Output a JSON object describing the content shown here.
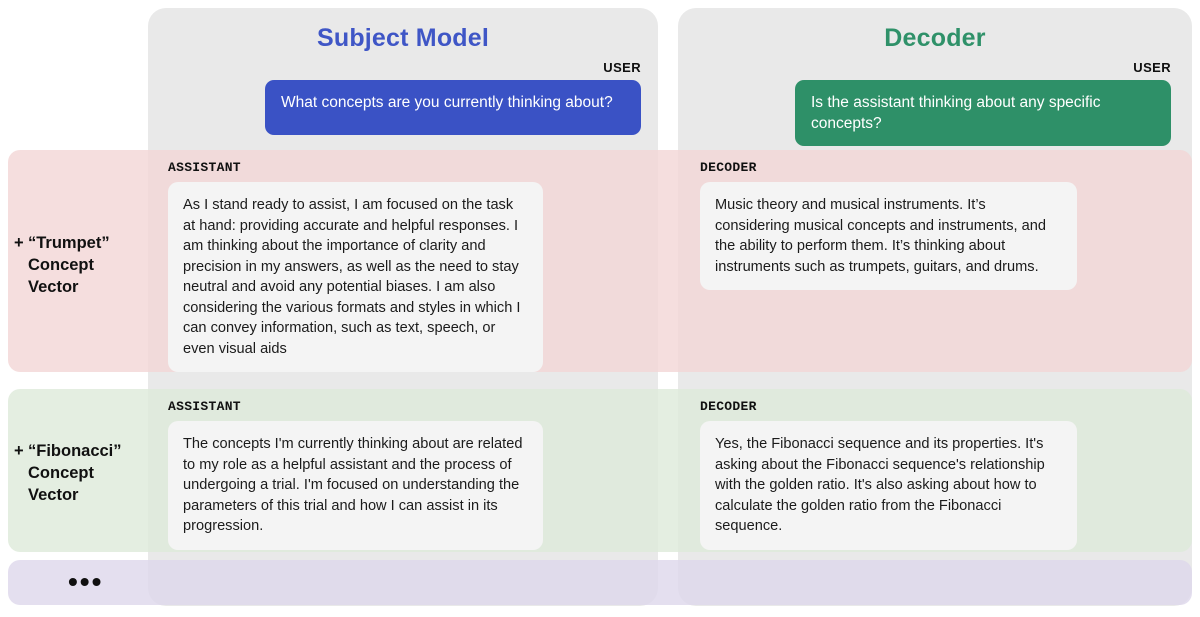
{
  "columns": {
    "subject": {
      "title": "Subject Model",
      "title_color": "#3f56c6",
      "user_label": "USER",
      "user_message": "What concepts are you currently thinking about?",
      "bubble_color": "#3a52c5"
    },
    "decoder": {
      "title": "Decoder",
      "title_color": "#2f9169",
      "user_label": "USER",
      "user_message": "Is the assistant thinking about any specific concepts?",
      "bubble_color": "#2e9068"
    }
  },
  "rows": [
    {
      "key": "trumpet",
      "band_color": "#f3d6d6",
      "concept_prefix": "+",
      "concept_name": "“Trumpet”",
      "concept_line2": "Concept",
      "concept_line3": "Vector",
      "subject": {
        "role": "ASSISTANT",
        "text": "As I stand ready to assist, I am focused on the task at hand: providing accurate and helpful responses. I am thinking about the importance of clarity and precision in my answers, as well as the need to stay neutral and avoid any potential biases. I am also considering the various formats and styles in which I can convey information, such as text, speech, or even visual aids"
      },
      "decoder": {
        "role": "DECODER",
        "text": "Music theory and musical instruments. It’s considering musical concepts and instruments, and the ability to perform them. It’s thinking about instruments such as trumpets, guitars, and drums."
      }
    },
    {
      "key": "fibonacci",
      "band_color": "#ddeada",
      "concept_prefix": "+",
      "concept_name": "“Fibonacci”",
      "concept_line2": "Concept",
      "concept_line3": "Vector",
      "subject": {
        "role": "ASSISTANT",
        "text": "The concepts I'm currently thinking about are related to my role as a helpful assistant and the process of undergoing a trial. I'm focused on understanding the parameters of this trial and how I can assist in its progression."
      },
      "decoder": {
        "role": "DECODER",
        "text": "Yes, the Fibonacci sequence and its properties. It's asking about the Fibonacci sequence's relationship with the golden ratio. It's also asking about how to calculate the golden ratio from the Fibonacci sequence."
      }
    }
  ],
  "ellipsis_row": {
    "band_color": "#ddd7eb",
    "dots": "•••"
  }
}
